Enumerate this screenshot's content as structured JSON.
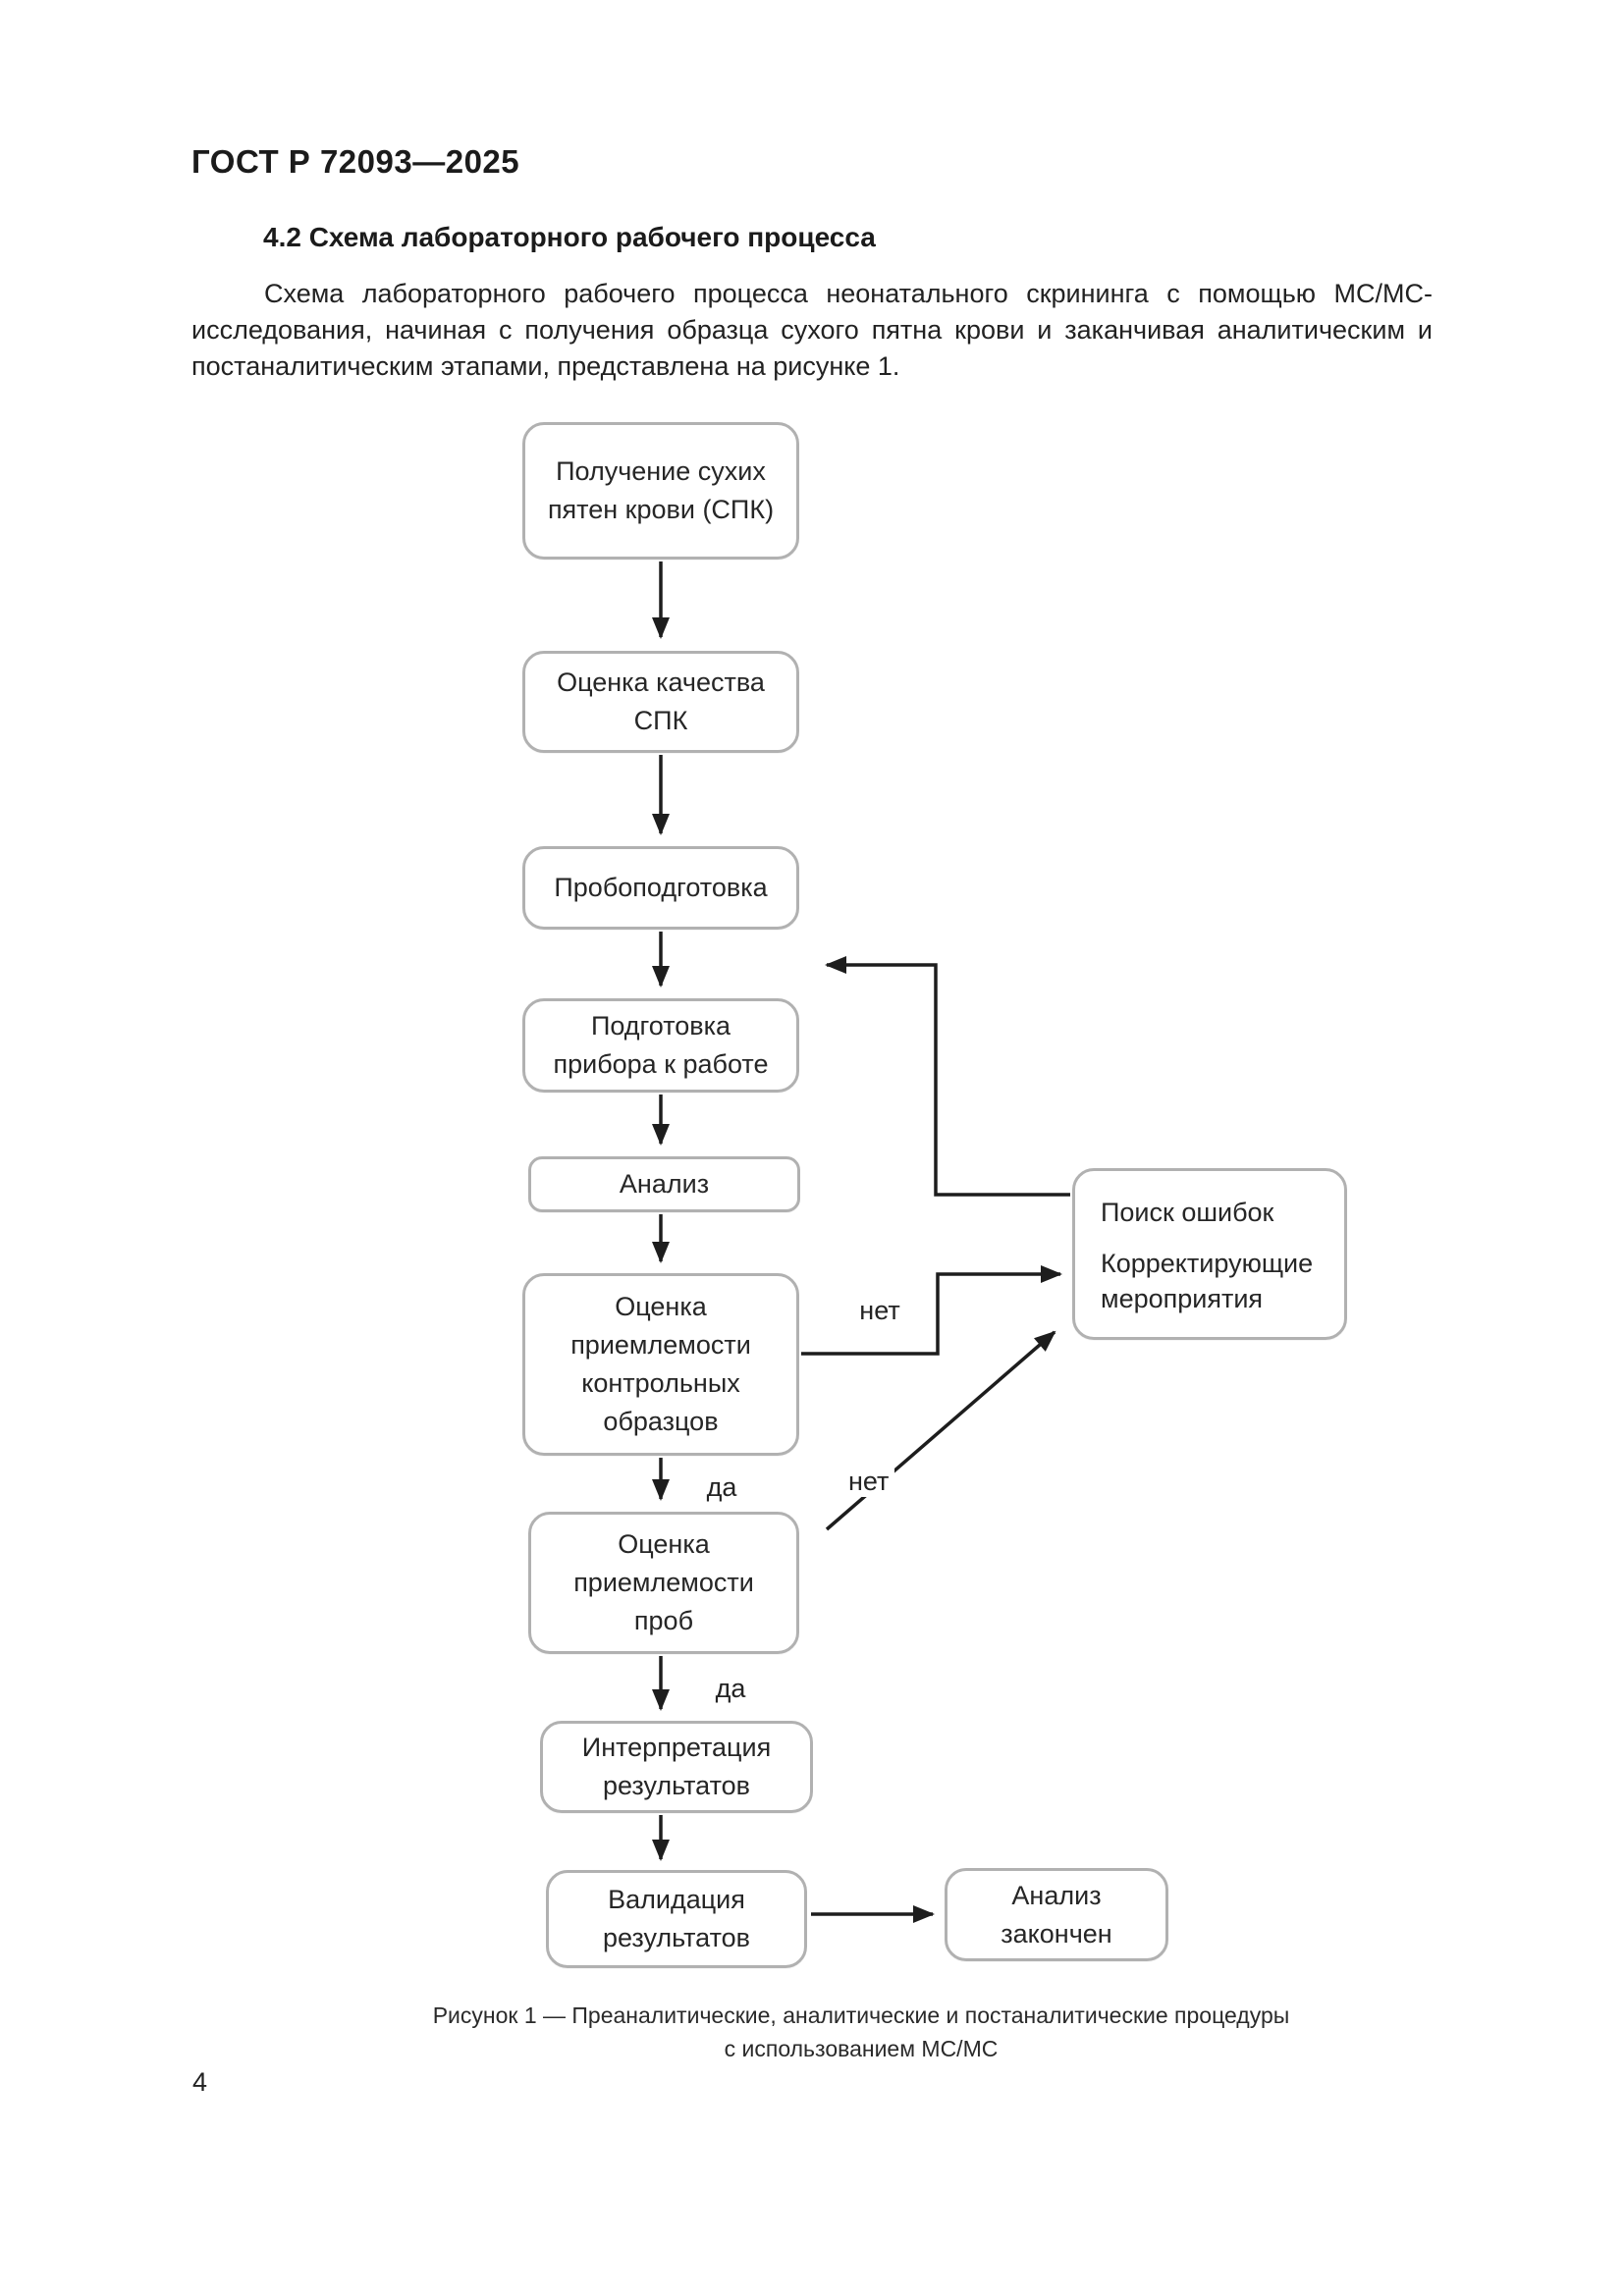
{
  "page": {
    "standard_code": "ГОСТ Р 72093—2025",
    "page_number": "4"
  },
  "section": {
    "heading": "4.2 Схема лабораторного рабочего процесса",
    "paragraph": "Схема лабораторного рабочего процесса неонатального скрининга с помощью МС/МС-исследования, начиная с получения образца сухого пятна крови и заканчивая аналитическим и постаналитическим этапами, представлена на рисунке 1."
  },
  "flowchart": {
    "boxes": [
      {
        "id": "collect-dbs",
        "label": "Получение сухих\nпятен крови (СПК)"
      },
      {
        "id": "dbs-quality",
        "label": "Оценка качества\nСПК"
      },
      {
        "id": "sample-prep",
        "label": "Пробоподготовка"
      },
      {
        "id": "instrument-prep",
        "label": "Подготовка\nприбора к работе"
      },
      {
        "id": "analysis",
        "label": "Анализ"
      },
      {
        "id": "qc-acceptance",
        "label": "Оценка\nприемлемости\nконтрольных\nобразцов"
      },
      {
        "id": "sample-acceptance",
        "label": "Оценка\nприемлемости\nпроб"
      },
      {
        "id": "interpretation",
        "label": "Интерпретация\nрезультатов"
      },
      {
        "id": "validation",
        "label": "Валидация\nрезультатов"
      },
      {
        "id": "analysis-complete",
        "label": "Анализ\nзакончен"
      }
    ],
    "error_box": {
      "line1": "Поиск ошибок",
      "line2": "Корректирующие\nмероприятия"
    },
    "edge_labels": {
      "yes_top": "да",
      "yes_bottom": "да",
      "no_top": "нет",
      "no_bottom": "нет"
    }
  },
  "figure": {
    "caption": "Рисунок 1 — Преаналитические, аналитические и постаналитические процедуры\nс использованием МС/МС"
  }
}
